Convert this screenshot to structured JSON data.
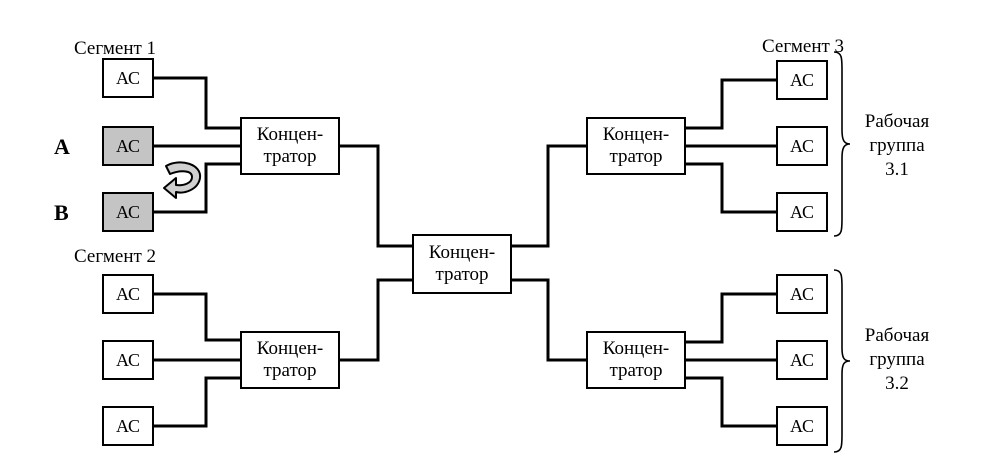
{
  "segments": {
    "seg1": "Сегмент 1",
    "seg2": "Сегмент 2",
    "seg3": "Сегмент 3"
  },
  "workstation_label": "АС",
  "hub_label_line1": "Концен-",
  "hub_label_line2": "тратор",
  "markers": {
    "a": "A",
    "b": "B"
  },
  "groups": {
    "g31": {
      "line1": "Рабочая",
      "line2": "группа",
      "line3": "3.1"
    },
    "g32": {
      "line1": "Рабочая",
      "line2": "группа",
      "line3": "3.2"
    }
  },
  "colors": {
    "shaded_station": "#c4c4c4",
    "line": "#000000"
  }
}
